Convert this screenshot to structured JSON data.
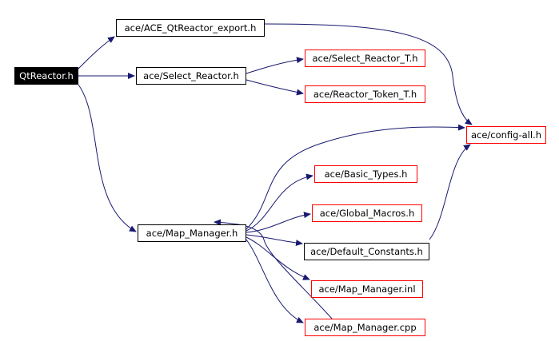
{
  "graph": {
    "root": "QtReactor.h",
    "nodes": {
      "export": "ace/ACE_QtReactor_export.h",
      "select_reactor": "ace/Select_Reactor.h",
      "select_reactor_t": "ace/Select_Reactor_T.h",
      "reactor_token_t": "ace/Reactor_Token_T.h",
      "config_all": "ace/config-all.h",
      "basic_types": "ace/Basic_Types.h",
      "global_macros": "ace/Global_Macros.h",
      "map_manager": "ace/Map_Manager.h",
      "default_constants": "ace/Default_Constants.h",
      "map_manager_inl": "ace/Map_Manager.inl",
      "map_manager_cpp": "ace/Map_Manager.cpp"
    },
    "edges": [
      {
        "from": "QtReactor.h",
        "to": "ace/ACE_QtReactor_export.h"
      },
      {
        "from": "QtReactor.h",
        "to": "ace/Select_Reactor.h"
      },
      {
        "from": "QtReactor.h",
        "to": "ace/Map_Manager.h"
      },
      {
        "from": "ace/ACE_QtReactor_export.h",
        "to": "ace/config-all.h"
      },
      {
        "from": "ace/Select_Reactor.h",
        "to": "ace/Select_Reactor_T.h"
      },
      {
        "from": "ace/Select_Reactor.h",
        "to": "ace/Reactor_Token_T.h"
      },
      {
        "from": "ace/Map_Manager.h",
        "to": "ace/config-all.h"
      },
      {
        "from": "ace/Map_Manager.h",
        "to": "ace/Basic_Types.h"
      },
      {
        "from": "ace/Map_Manager.h",
        "to": "ace/Global_Macros.h"
      },
      {
        "from": "ace/Map_Manager.h",
        "to": "ace/Default_Constants.h"
      },
      {
        "from": "ace/Map_Manager.h",
        "to": "ace/Map_Manager.inl"
      },
      {
        "from": "ace/Map_Manager.h",
        "to": "ace/Map_Manager.cpp"
      },
      {
        "from": "ace/Default_Constants.h",
        "to": "ace/config-all.h"
      },
      {
        "from": "ace/Map_Manager.cpp",
        "to": "ace/Map_Manager.h"
      }
    ]
  },
  "colors": {
    "edge": "#191970",
    "missing_border": "#ff0000",
    "documented_border": "#000000",
    "root_fill": "#000000",
    "root_text": "#ffffff"
  }
}
